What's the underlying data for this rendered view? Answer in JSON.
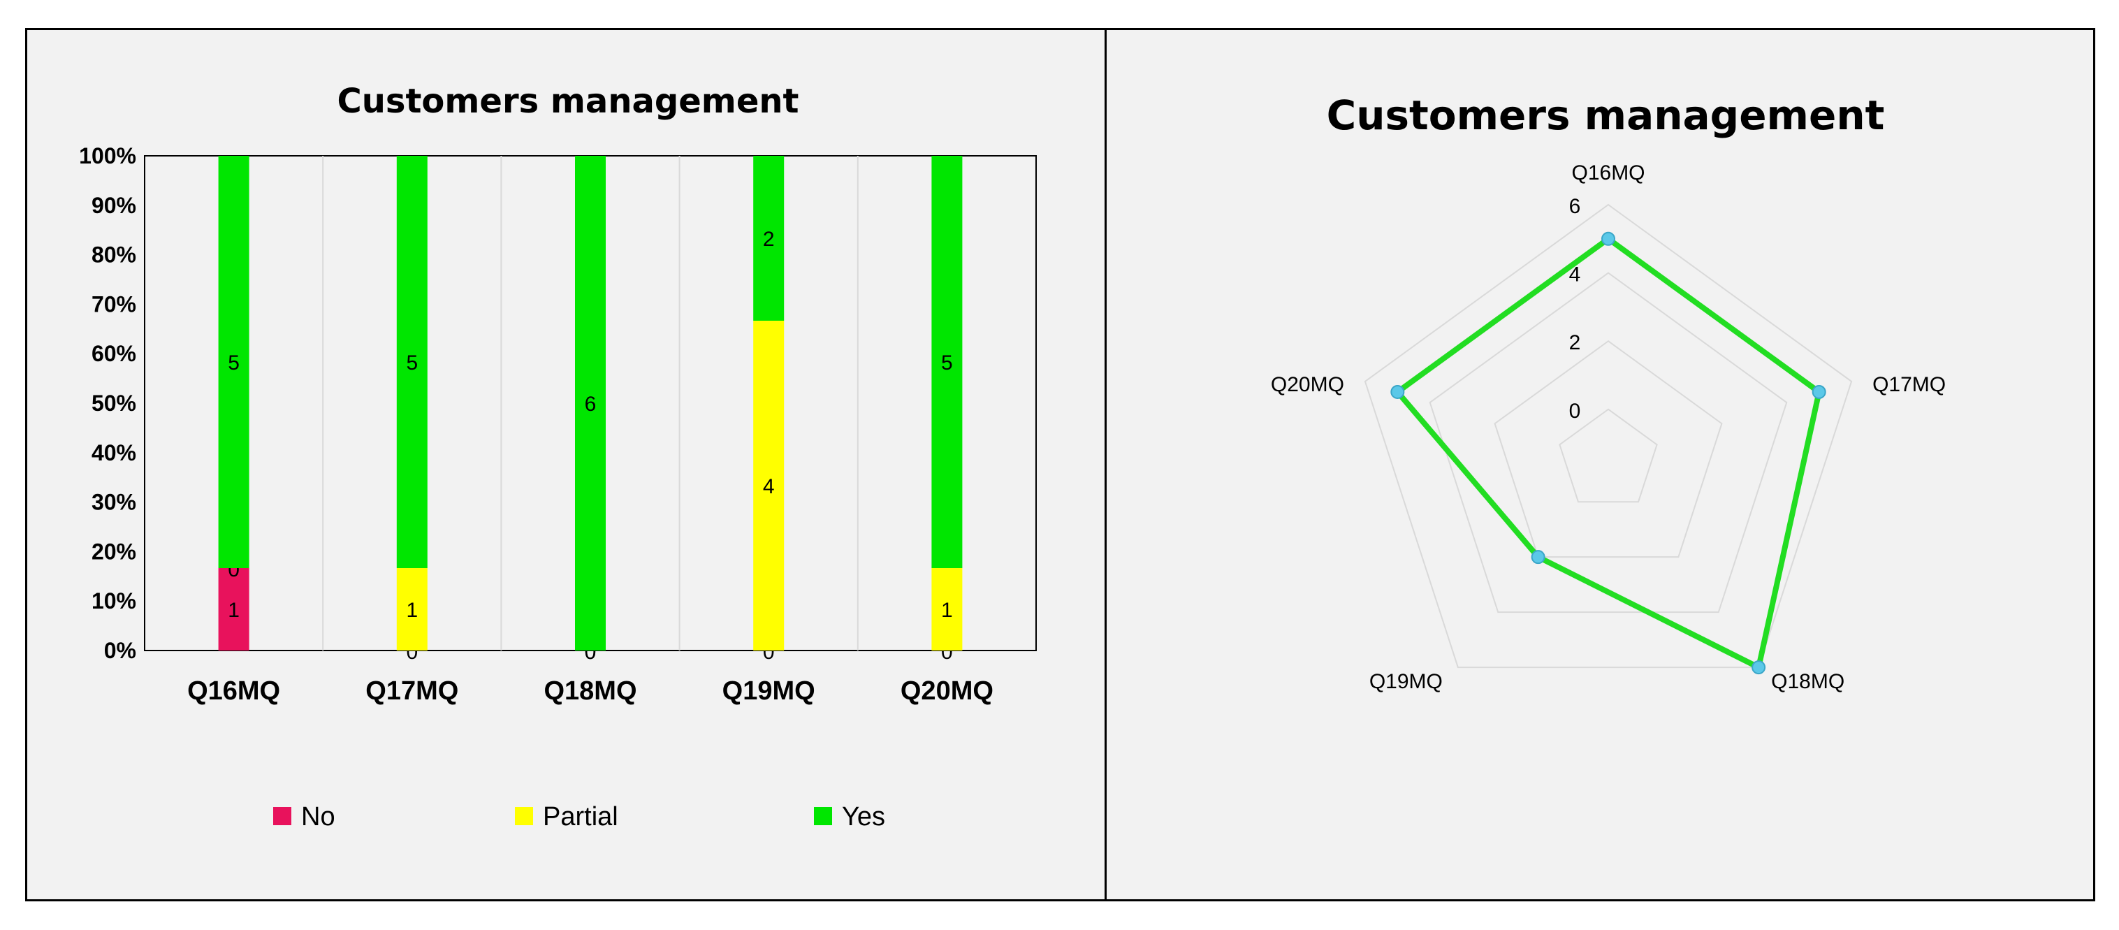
{
  "chart_data": [
    {
      "type": "bar",
      "stacked": "percent",
      "title": "Customers management",
      "categories": [
        "Q16MQ",
        "Q17MQ",
        "Q18MQ",
        "Q19MQ",
        "Q20MQ"
      ],
      "series": [
        {
          "name": "No",
          "color": "#e8125c",
          "values": [
            1,
            0,
            0,
            0,
            0
          ]
        },
        {
          "name": "Partial",
          "color": "#ffff00",
          "values": [
            0,
            1,
            0,
            4,
            1
          ]
        },
        {
          "name": "Yes",
          "color": "#00e600",
          "values": [
            5,
            5,
            6,
            2,
            5
          ]
        }
      ],
      "yticks": [
        "0%",
        "10%",
        "20%",
        "30%",
        "40%",
        "50%",
        "60%",
        "70%",
        "80%",
        "90%",
        "100%"
      ],
      "ylim": [
        0,
        100
      ],
      "grid": "vertical",
      "legend": "bottom"
    },
    {
      "type": "radar",
      "title": "Customers management",
      "categories": [
        "Q16MQ",
        "Q17MQ",
        "Q18MQ",
        "Q19MQ",
        "Q20MQ"
      ],
      "series": [
        {
          "color": "#22dd22",
          "marker_color": "#5bc8e8",
          "values": [
            5,
            5,
            6,
            2,
            5
          ]
        }
      ],
      "rticks": [
        "0",
        "2",
        "4",
        "6"
      ],
      "rlim": [
        0,
        6
      ]
    }
  ]
}
